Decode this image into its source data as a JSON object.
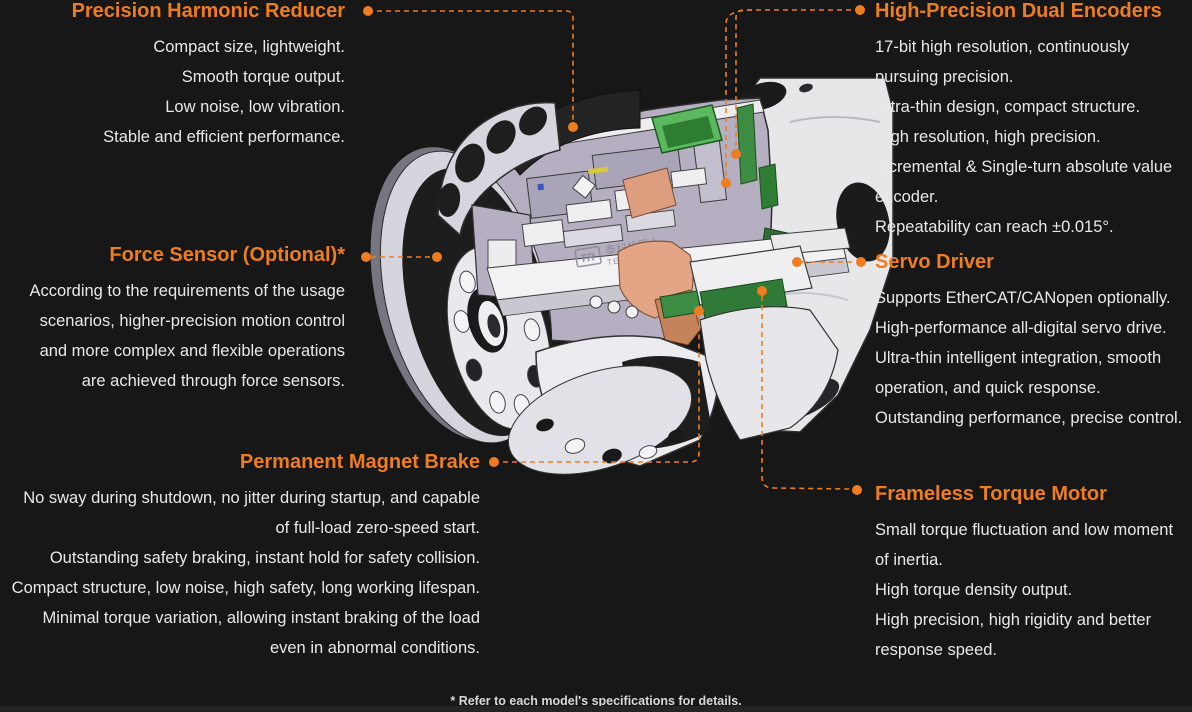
{
  "canvas": {
    "background": "#171717",
    "accent": "#EE7D1F",
    "text_color": "#E8E8E8"
  },
  "sections": {
    "harmonic_reducer": {
      "title": "Precision Harmonic Reducer",
      "lines": [
        "Compact size, lightweight.",
        "Smooth torque output.",
        "Low noise, low vibration.",
        "Stable and efficient performance."
      ]
    },
    "dual_encoders": {
      "title": "High-Precision Dual Encoders",
      "lines": [
        "17-bit high resolution, continuously",
        "pursuing precision.",
        "Ultra-thin design, compact structure.",
        "High resolution, high precision.",
        "Incremental & Single-turn absolute value",
        "encoder.",
        "Repeatability can reach ±0.015°."
      ]
    },
    "force_sensor": {
      "title": "Force Sensor (Optional)*",
      "lines": [
        "According to the requirements of the usage",
        "scenarios, higher-precision motion control",
        "and more complex and flexible operations",
        "are achieved through force sensors."
      ]
    },
    "servo_driver": {
      "title": "Servo Driver",
      "lines": [
        "Supports EtherCAT/CANopen optionally.",
        "High-performance all-digital servo drive.",
        "Ultra-thin intelligent integration, smooth",
        "operation, and quick response.",
        "Outstanding performance, precise control."
      ]
    },
    "magnet_brake": {
      "title": "Permanent Magnet Brake",
      "lines": [
        "No sway during shutdown, no jitter during startup, and capable",
        "of full-load zero-speed start.",
        "Outstanding safety braking, instant hold for safety collision.",
        "Compact structure, low noise, high safety, long working lifespan.",
        "Minimal torque variation, allowing instant braking of the load",
        "even in abnormal conditions."
      ]
    },
    "torque_motor": {
      "title": "Frameless Torque Motor",
      "lines": [
        "Small torque fluctuation and low moment",
        "of inertia.",
        "High torque density output.",
        "High precision, high rigidity and better",
        "response speed."
      ]
    }
  },
  "diagram": {
    "watermark_logo": "TR",
    "watermark_cn": "泰科机器人",
    "watermark_en": "TECHROBOTS"
  },
  "footer": {
    "note": "* Refer to each model's specifications for details."
  }
}
